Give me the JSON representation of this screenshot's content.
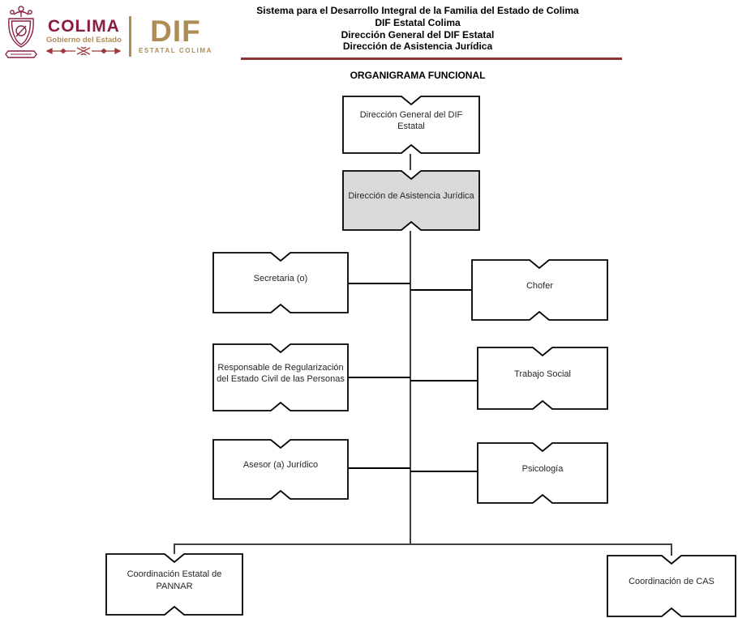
{
  "header": {
    "logo": {
      "colima_title": "COLIMA",
      "colima_subtitle": "Gobierno del Estado",
      "dif_title": "DIF",
      "dif_subtitle": "ESTATAL COLIMA",
      "colors": {
        "maroon": "#8A1E41",
        "gold": "#AE8D55",
        "ornament_red": "#A03A3F"
      }
    },
    "title_lines": [
      "Sistema para el Desarrollo Integral de la Familia del Estado de Colima",
      "DIF Estatal Colima",
      "Dirección General del DIF Estatal",
      "Dirección de Asistencia Jurídica"
    ],
    "rule_color": "#8A3538",
    "chart_title": "ORGANIGRAMA FUNCIONAL"
  },
  "chart": {
    "type": "org-chart",
    "highlight_fill": "#D9D9D9",
    "nodes": [
      {
        "id": "direccion-general",
        "label": "Dirección General del DIF Estatal",
        "highlighted": false
      },
      {
        "id": "direccion-asistencia-juridica",
        "label": "Dirección de Asistencia Jurídica",
        "highlighted": true
      },
      {
        "id": "secretaria",
        "label": "Secretaria (o)",
        "highlighted": false
      },
      {
        "id": "chofer",
        "label": "Chofer",
        "highlighted": false
      },
      {
        "id": "responsable-regularizacion",
        "label": "Responsable de Regularización del Estado Civil de las Personas",
        "highlighted": false
      },
      {
        "id": "trabajo-social",
        "label": "Trabajo Social",
        "highlighted": false
      },
      {
        "id": "asesor-juridico",
        "label": "Asesor (a) Jurídico",
        "highlighted": false
      },
      {
        "id": "psicologia",
        "label": "Psicología",
        "highlighted": false
      },
      {
        "id": "coordinacion-pannar",
        "label": "Coordinación Estatal de PANNAR",
        "highlighted": false
      },
      {
        "id": "coordinacion-cas",
        "label": "Coordinación de CAS",
        "highlighted": false
      }
    ],
    "edges": [
      {
        "from": "direccion-general",
        "to": "direccion-asistencia-juridica"
      },
      {
        "from": "direccion-asistencia-juridica",
        "to": "secretaria"
      },
      {
        "from": "direccion-asistencia-juridica",
        "to": "chofer"
      },
      {
        "from": "direccion-asistencia-juridica",
        "to": "responsable-regularizacion"
      },
      {
        "from": "direccion-asistencia-juridica",
        "to": "trabajo-social"
      },
      {
        "from": "direccion-asistencia-juridica",
        "to": "asesor-juridico"
      },
      {
        "from": "direccion-asistencia-juridica",
        "to": "psicologia"
      },
      {
        "from": "direccion-asistencia-juridica",
        "to": "coordinacion-pannar"
      },
      {
        "from": "direccion-asistencia-juridica",
        "to": "coordinacion-cas"
      }
    ]
  }
}
